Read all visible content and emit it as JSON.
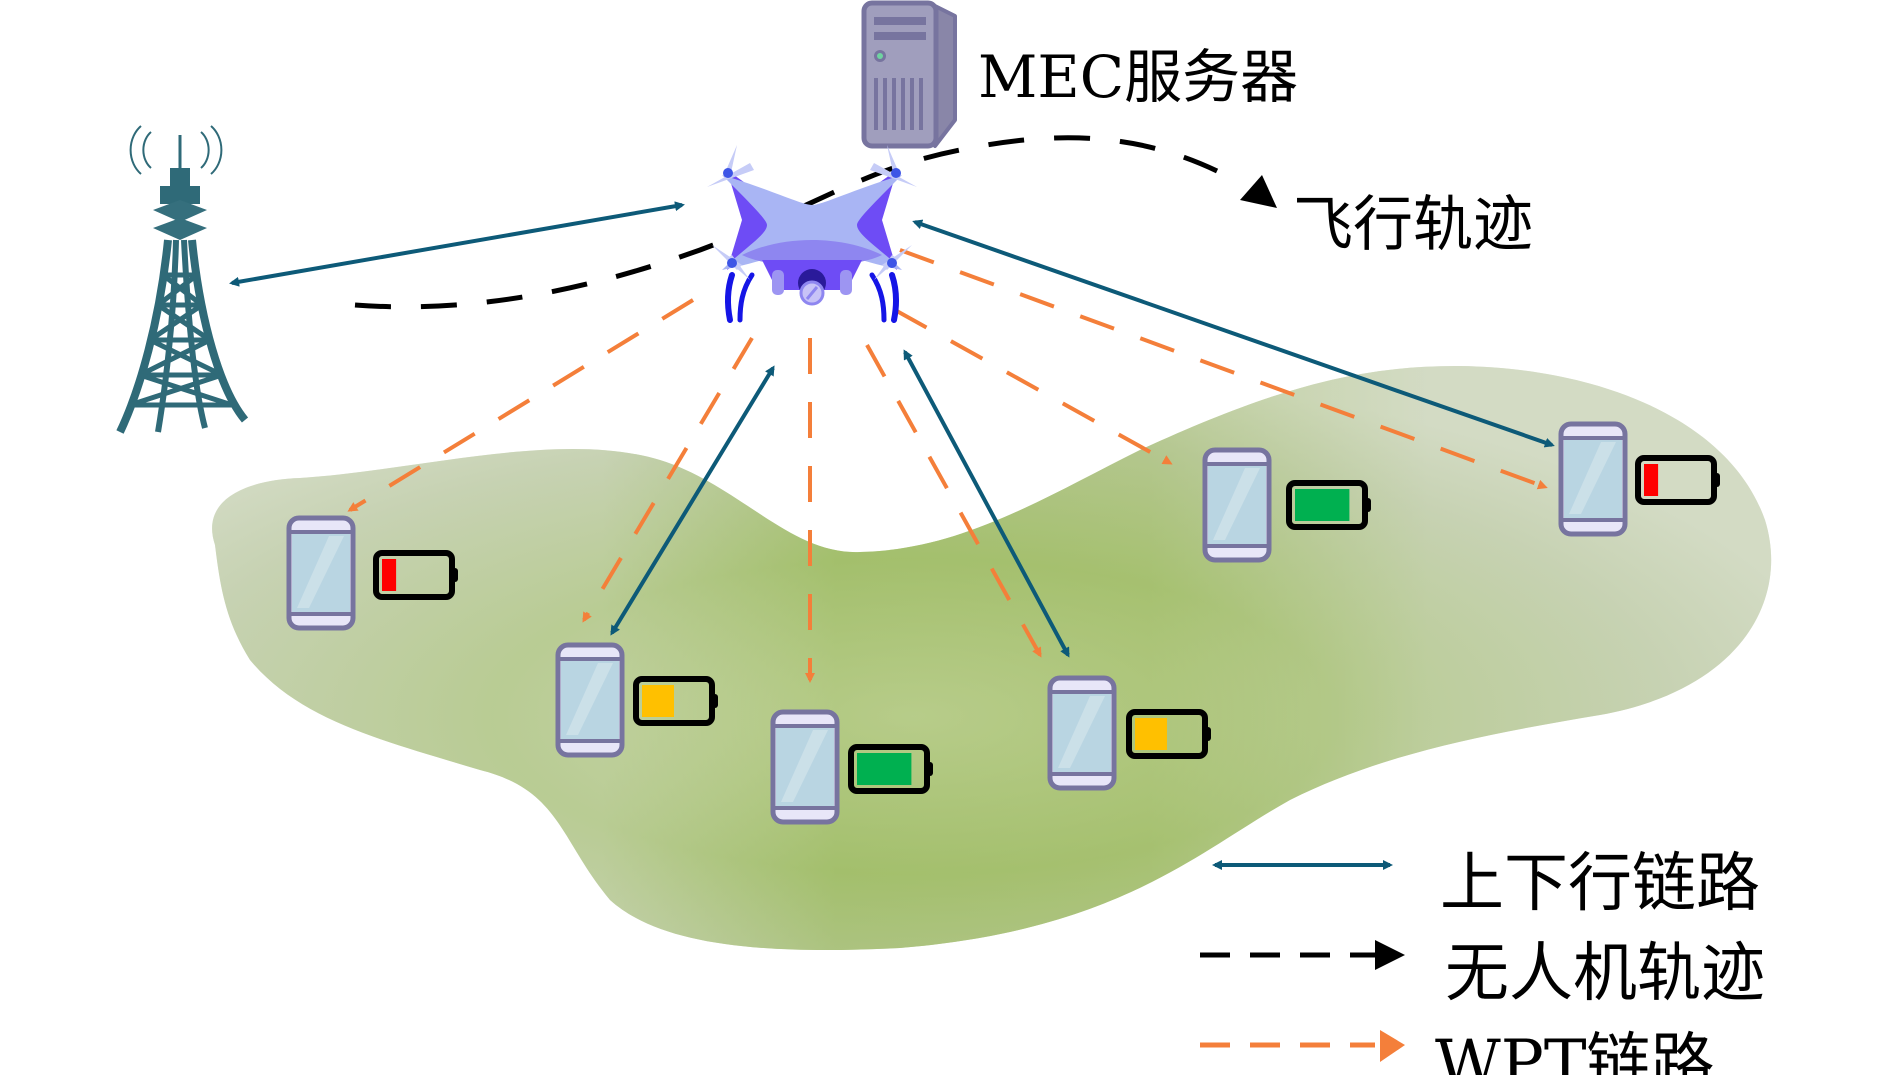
{
  "labels": {
    "server": "MEC服务器",
    "flight_path": "飞行轨迹"
  },
  "legend": [
    {
      "id": "link",
      "label": "上下行链路",
      "style": "solid-double-arrow",
      "color": "#0d5a78"
    },
    {
      "id": "trajectory",
      "label": "无人机轨迹",
      "style": "dashed-arrow",
      "color": "#000000"
    },
    {
      "id": "wpt",
      "label": "WPT链路",
      "style": "dashed-arrow",
      "color": "#f47f3a"
    }
  ],
  "colors": {
    "link": "#0d5a78",
    "wpt": "#f47f3a",
    "trajectory": "#000000",
    "tower": "#2f6a78",
    "land_light": "#d3dbc4",
    "land_dark": "#a3bf6c",
    "phone_frame": "#77749f",
    "phone_screen": "#b9d5e2",
    "server_body": "#9a98b8",
    "drone_light": "#a9b5f4",
    "drone_dark": "#6e4cf5"
  },
  "devices": [
    {
      "id": "ue1",
      "battery_level": 0.22,
      "battery_color": "#ff0000"
    },
    {
      "id": "ue2",
      "battery_level": 0.5,
      "battery_color": "#ffc000"
    },
    {
      "id": "ue3",
      "battery_level": 0.85,
      "battery_color": "#00b050"
    },
    {
      "id": "ue4",
      "battery_level": 0.5,
      "battery_color": "#ffc000"
    },
    {
      "id": "ue5",
      "battery_level": 0.85,
      "battery_color": "#00b050"
    },
    {
      "id": "ue6",
      "battery_level": 0.22,
      "battery_color": "#ff0000"
    }
  ]
}
